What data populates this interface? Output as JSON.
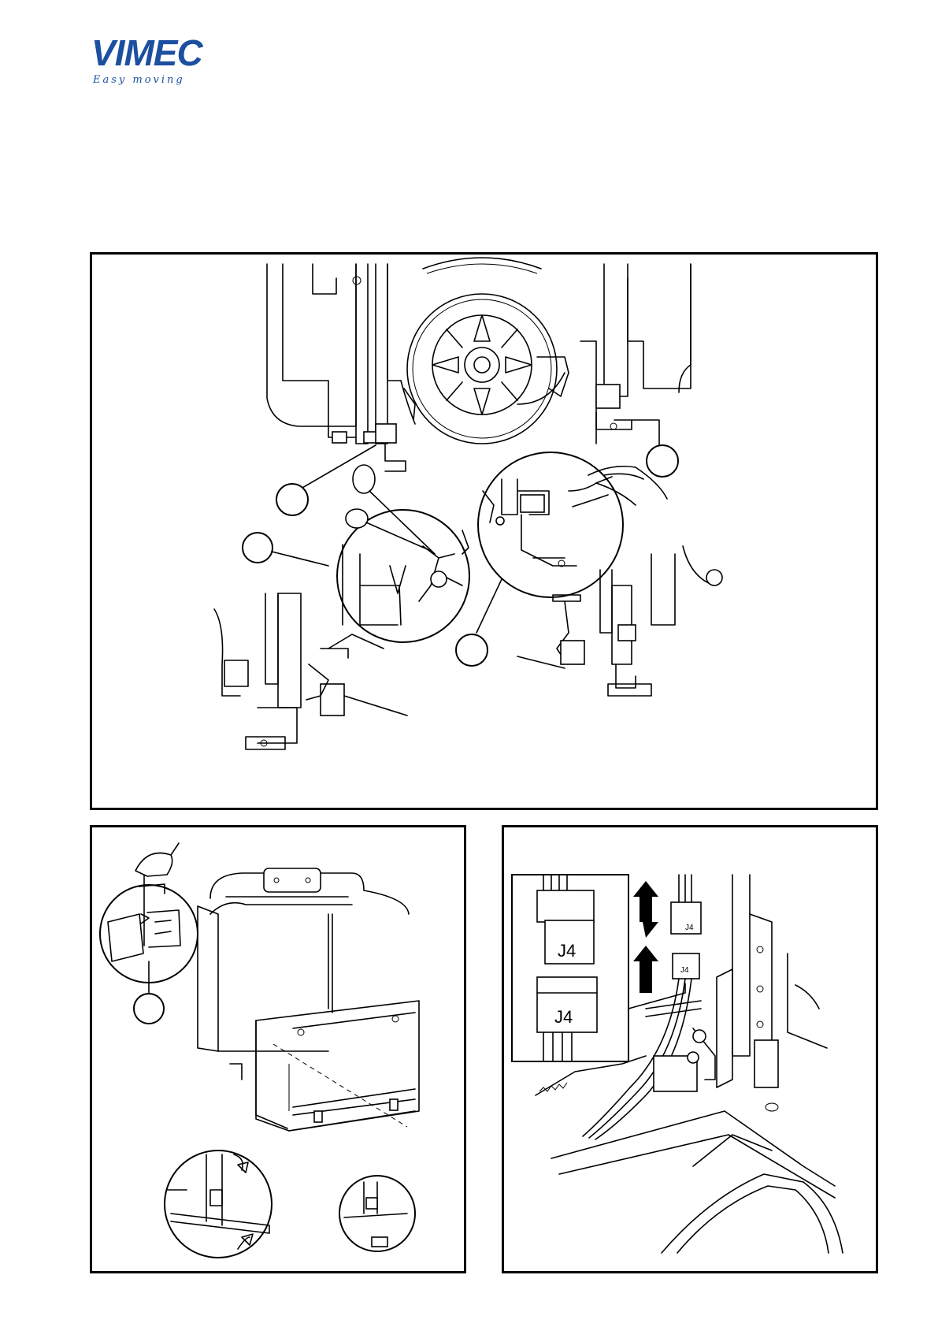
{
  "brand": {
    "name_prefix": "V",
    "name_rest": "IMEC",
    "tagline": "Easy moving",
    "colors": {
      "primary": "#1d4fa0",
      "accent": "#f08a1c"
    }
  },
  "panels": {
    "bottom_right": {
      "connector_labels": [
        "J4",
        "J4",
        "J4",
        "J4"
      ]
    }
  }
}
